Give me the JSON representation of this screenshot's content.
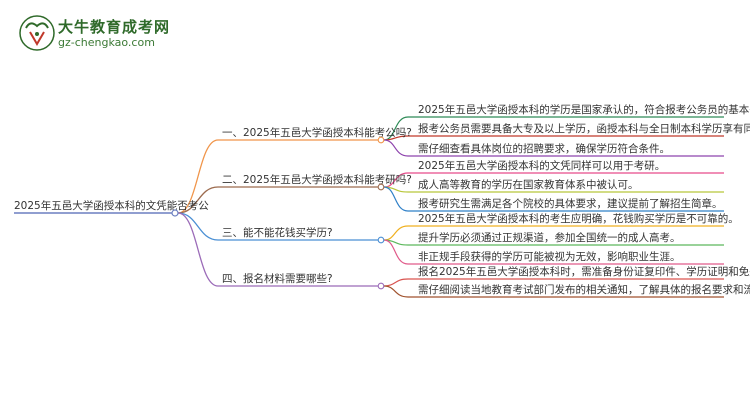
{
  "logo": {
    "title": "大牛教育成考网",
    "url": "gz-chengkao.com",
    "accent": "#2f6a2a",
    "icon": "bull-logo-icon"
  },
  "mindmap": {
    "root": "2025年五邑大学函授本科的文凭能否考公",
    "branches": [
      {
        "label": "一、2025年五邑大学函授本科能考公吗?",
        "color": "#f0954a",
        "children": [
          {
            "text": "2025年五邑大学函授本科的学历是国家承认的，符合报考公务员的基本条件。",
            "color": "#2e8b57"
          },
          {
            "text": "报考公务员需要具备大专及以上学历，函授本科与全日制本科学历享有同等待遇。",
            "color": "#c0392b"
          },
          {
            "text": "需仔细查看具体岗位的招聘要求，确保学历符合条件。",
            "color": "#8e44ad"
          }
        ]
      },
      {
        "label": "二、2025年五邑大学函授本科能考研吗?",
        "color": "#9c6b4e",
        "children": [
          {
            "text": "2025年五邑大学函授本科的文凭同样可以用于考研。",
            "color": "#e84a8a"
          },
          {
            "text": "成人高等教育的学历在国家教育体系中被认可。",
            "color": "#b8c63a"
          },
          {
            "text": "报考研究生需满足各个院校的具体要求，建议提前了解招生简章。",
            "color": "#2f80c8"
          }
        ]
      },
      {
        "label": "三、能不能花钱买学历?",
        "color": "#4a8fd4",
        "children": [
          {
            "text": "2025年五邑大学函授本科的考生应明确，花钱购买学历是不可靠的。",
            "color": "#f0b020"
          },
          {
            "text": "提升学历必须通过正规渠道，参加全国统一的成人高考。",
            "color": "#5cb85c"
          },
          {
            "text": "非正规手段获得的学历可能被视为无效，影响职业生涯。",
            "color": "#e05a8a"
          }
        ]
      },
      {
        "label": "四、报名材料需要哪些?",
        "color": "#9b6bb8",
        "children": [
          {
            "text": "报名2025年五邑大学函授本科时，需准备身份证复印件、学历证明和免冠照片。",
            "color": "#d9534f"
          },
          {
            "text": "需仔细阅读当地教育考试部门发布的相关通知，了解具体的报名要求和流程。",
            "color": "#a0522d"
          }
        ]
      }
    ]
  }
}
